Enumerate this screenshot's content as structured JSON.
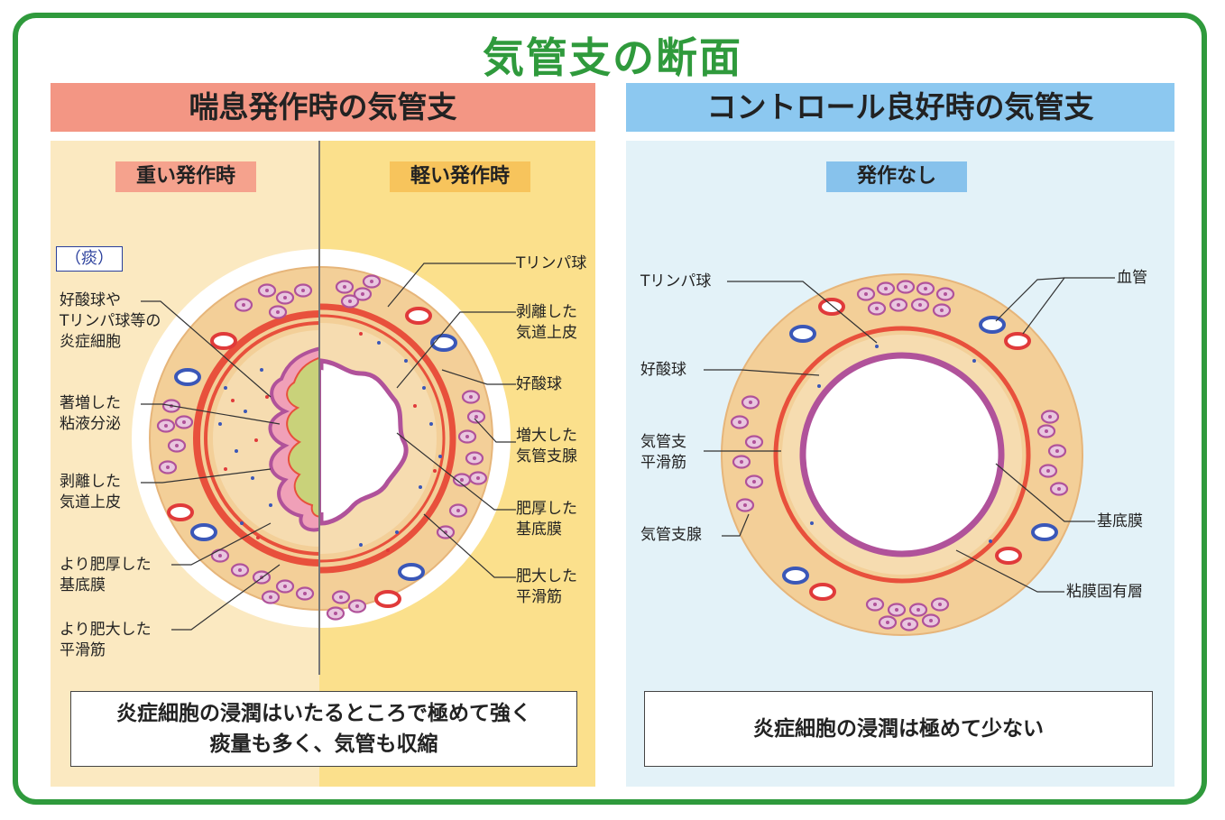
{
  "title": "気管支の断面",
  "left_section": {
    "header": "喘息発作時の気管支",
    "severe_tag": "重い発作時",
    "mild_tag": "軽い発作時",
    "phlegm_tag": "（痰）",
    "severe_labels": [
      "好酸球や\nTリンパ球等の\n炎症細胞",
      "著増した\n粘液分泌",
      "剥離した\n気道上皮",
      "より肥厚した\n基底膜",
      "より肥大した\n平滑筋"
    ],
    "mild_labels": [
      "Tリンパ球",
      "剥離した\n気道上皮",
      "好酸球",
      "増大した\n気管支腺",
      "肥厚した\n基底膜",
      "肥大した\n平滑筋"
    ],
    "caption": "炎症細胞の浸潤はいたるところで極めて強く\n痰量も多く、気管も収縮"
  },
  "right_section": {
    "header": "コントロール良好時の気管支",
    "tag": "発作なし",
    "labels_left": [
      "Tリンパ球",
      "好酸球",
      "気管支\n平滑筋",
      "気管支腺"
    ],
    "labels_right": [
      "血管",
      "基底膜",
      "粘膜固有層"
    ],
    "caption": "炎症細胞の浸潤は極めて少ない"
  },
  "colors": {
    "frame_green": "#2f9a3c",
    "asthma_header": "#f39684",
    "control_header": "#8cc8f0",
    "tissue": "#f3cf98",
    "muscle": "#e8503c",
    "gland": "#b0529a",
    "vessel_red": "#e03a3a",
    "vessel_blue": "#3a57b8"
  }
}
